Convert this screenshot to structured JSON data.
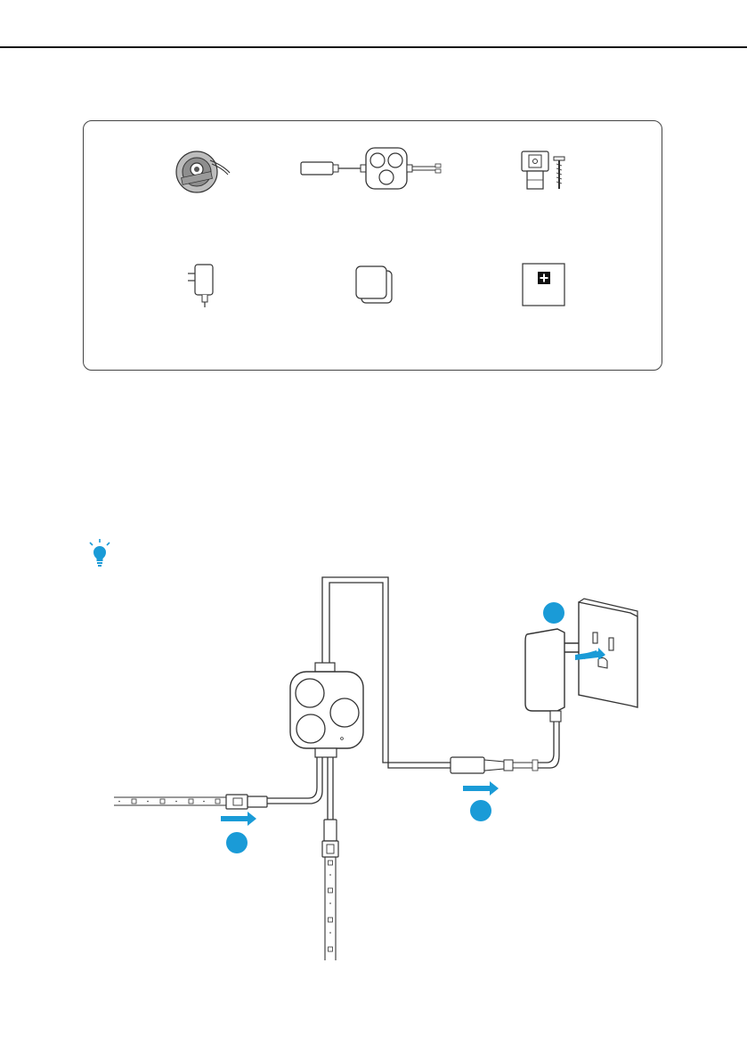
{
  "colors": {
    "accent": "#1a9bd7",
    "line": "#333333"
  },
  "contents": {
    "items": [
      {
        "icon": "led-strip-reel-icon"
      },
      {
        "icon": "controller-with-cable-icon"
      },
      {
        "icon": "mounting-clip-and-screw-icon"
      },
      {
        "icon": "power-adapter-icon"
      },
      {
        "icon": "adhesive-pads-icon"
      },
      {
        "icon": "user-manual-icon"
      }
    ]
  },
  "tip": {
    "icon": "lightbulb-icon"
  },
  "diagram": {
    "steps": [
      {
        "icon": "step-badge"
      },
      {
        "icon": "step-badge"
      },
      {
        "icon": "step-badge"
      }
    ]
  }
}
